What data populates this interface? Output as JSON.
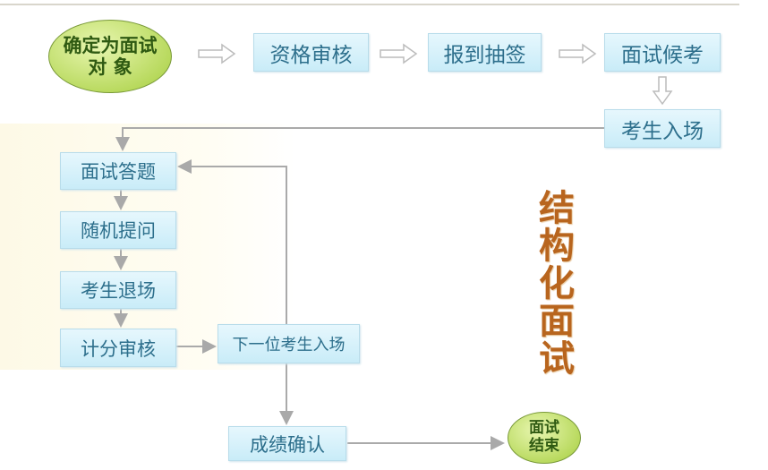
{
  "start": {
    "line1": "确定为面试",
    "line2": "对 象"
  },
  "steps": {
    "qualification": "资格审核",
    "checkin": "报到抽签",
    "waiting": "面试候考",
    "enter": "考生入场",
    "answer": "面试答题",
    "random": "随机提问",
    "exit": "考生退场",
    "scoring": "计分审核",
    "next": "下一位考生入场",
    "confirm": "成绩确认"
  },
  "end": {
    "line1": "面试",
    "line2": "结束"
  },
  "title": "结构化面试"
}
